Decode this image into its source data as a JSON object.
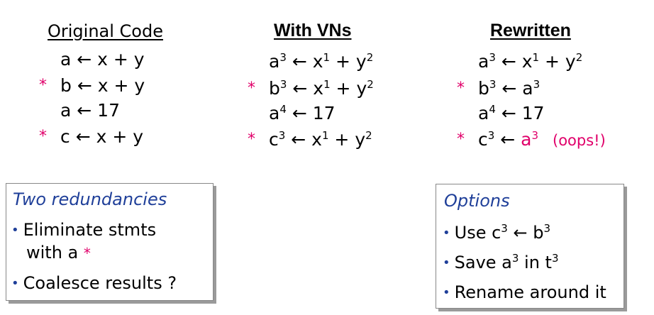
{
  "columns": {
    "original": {
      "title": "Original Code",
      "lines": [
        "a ← x + y",
        "b ← x + y",
        "a ← 17",
        "c ← x + y"
      ]
    },
    "vns": {
      "title": "With VNs",
      "lines": [
        {
          "lhs": "a",
          "lsup": "3",
          "mid": " ← x",
          "msup": "1",
          "tail": " + y",
          "tsup": "2"
        },
        {
          "lhs": "b",
          "lsup": "3",
          "mid": " ← x",
          "msup": "1",
          "tail": " + y",
          "tsup": "2"
        },
        {
          "lhs": "a",
          "lsup": "4",
          "mid": " ← 17"
        },
        {
          "lhs": "c",
          "lsup": "3",
          "mid": " ← x",
          "msup": "1",
          "tail": " + y",
          "tsup": "2"
        }
      ]
    },
    "rewritten": {
      "title": "Rewritten",
      "lines": [
        {
          "lhs": "a",
          "lsup": "3",
          "mid": " ← x",
          "msup": "1",
          "tail": " + y",
          "tsup": "2"
        },
        {
          "lhs": "b",
          "lsup": "3",
          "mid": " ← a",
          "msup": "3"
        },
        {
          "lhs": "a",
          "lsup": "4",
          "mid": " ← 17"
        },
        {
          "lhs": "c",
          "lsup": "3",
          "mid": " ← ",
          "pink": "a",
          "psup": "3",
          "note": "(oops!)"
        }
      ]
    }
  },
  "star": "*",
  "left_box": {
    "title": "Two redundancies",
    "bullets": [
      "Eliminate stmts",
      "with a",
      "Coalesce results ?"
    ]
  },
  "right_box": {
    "title": "Options",
    "bullets": [
      {
        "pre": "Use c",
        "sup1": "3",
        "mid": " ← b",
        "sup2": "3"
      },
      {
        "pre": "Save a",
        "sup1": "3",
        "mid": " in t",
        "sup2": "3"
      },
      {
        "pre": "Rename around it"
      }
    ]
  },
  "colors": {
    "accent_pink": "#e0006a",
    "accent_blue": "#1f3f99"
  }
}
